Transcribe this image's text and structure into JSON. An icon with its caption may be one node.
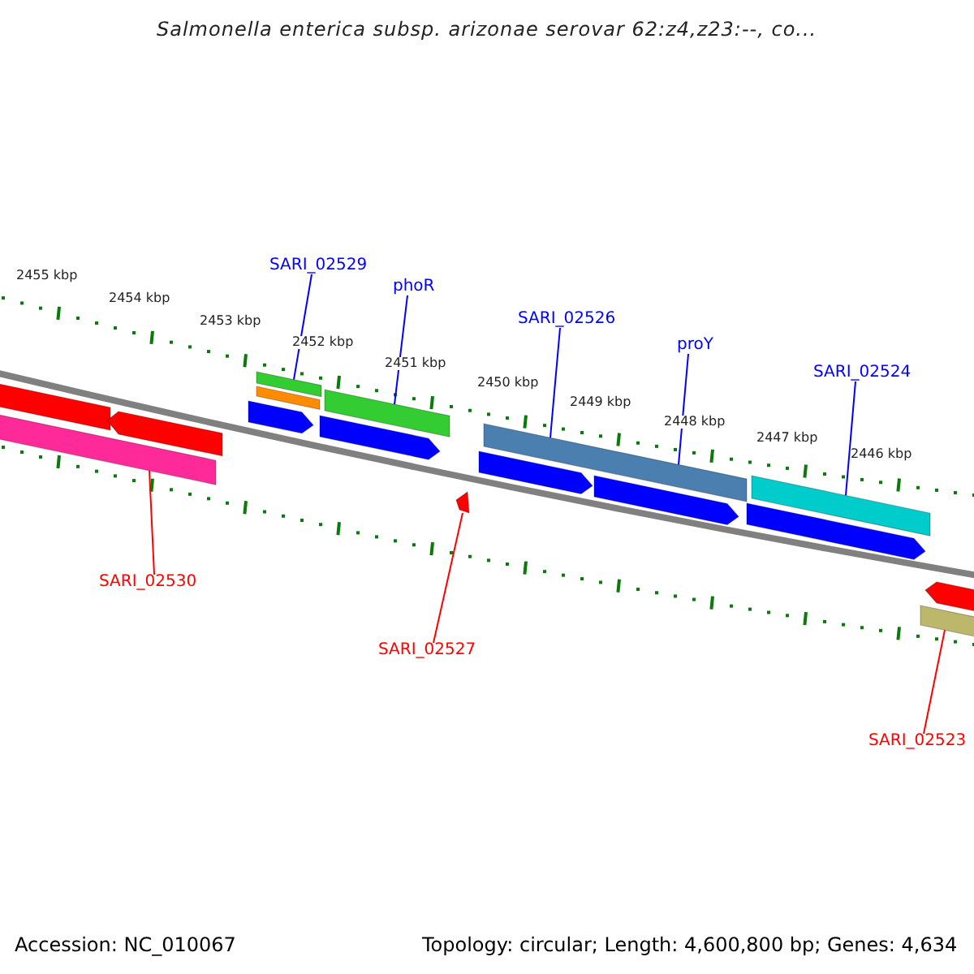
{
  "diagram": {
    "title": "Salmonella enterica subsp. arizonae serovar 62:z4,z23:--, co...",
    "nodes": [
      {
        "text": [
          "SARI_02529"
        ]
      },
      {
        "text": [
          "phoR"
        ]
      },
      {
        "text": [
          "SARI_02526"
        ]
      },
      {
        "text": [
          "proY"
        ]
      },
      {
        "text": [
          "SARI_02524"
        ]
      },
      {
        "text": [],
        "shape": "bar"
      },
      {
        "text": [],
        "shape": "pentagon"
      },
      {
        "text": [],
        "shape": "bar"
      },
      {
        "text": [],
        "shape": "bar"
      },
      {
        "text": [],
        "shape": "bar"
      },
      {
        "text": [],
        "shape": "pentagon"
      },
      {
        "text": [],
        "shape": "bar"
      },
      {
        "text": [],
        "shape": "pentagon"
      },
      {
        "text": [],
        "shape": "bar"
      },
      {
        "text": [],
        "shape": "pentagon"
      },
      {
        "text": [],
        "shape": "pentagon"
      },
      {
        "text": [],
        "shape": "bar"
      },
      {
        "text": [],
        "shape": "pentagon"
      },
      {
        "text": [],
        "shape": "triangle"
      },
      {
        "text": [],
        "shape": "pentagon"
      },
      {
        "text": [],
        "shape": "bar"
      },
      {
        "text": [
          "SARI_02530"
        ]
      },
      {
        "text": [
          "SARI_02527"
        ]
      },
      {
        "text": [
          "SARI_02523"
        ]
      }
    ],
    "edges": [
      {
        "from": 0,
        "to": 8,
        "arrow": "none"
      },
      {
        "from": 1,
        "to": 11,
        "arrow": "none"
      },
      {
        "from": 2,
        "to": 13,
        "arrow": "none"
      },
      {
        "from": 3,
        "to": 13,
        "arrow": "none"
      },
      {
        "from": 4,
        "to": 16,
        "arrow": "none"
      },
      {
        "from": 21,
        "to": 7,
        "arrow": "none",
        "color": "#ff0000"
      },
      {
        "from": 22,
        "to": 18,
        "arrow": "none",
        "color": "#ff0000"
      },
      {
        "from": 23,
        "to": 20,
        "arrow": "none",
        "color": "#ff0000"
      }
    ],
    "labels": [
      "2455 kbp",
      "2454 kbp",
      "2453 kbp",
      "2452 kbp",
      "2451 kbp",
      "2450 kbp",
      "2449 kbp",
      "2448 kbp",
      "2447 kbp",
      "2446 kbp",
      "Accession: NC_010067",
      "Topology: circular; Length: 4,600,800 bp; Genes: 4,634"
    ]
  }
}
